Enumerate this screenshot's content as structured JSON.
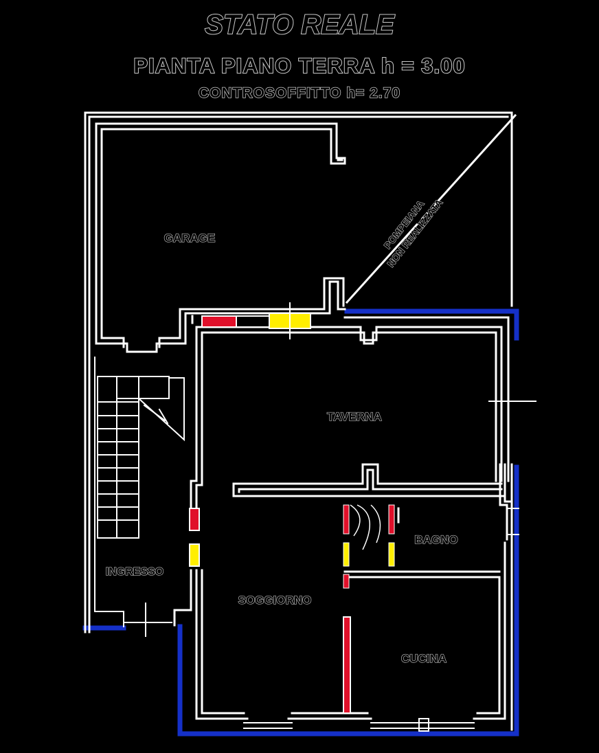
{
  "header": {
    "title": "STATO REALE",
    "subtitle": "PIANTA PIANO TERRA h = 3.00",
    "ceiling_note": "CONTROSOFFITTO h= 2.70"
  },
  "rooms": {
    "garage": "GARAGE",
    "taverna": "TAVERNA",
    "bagno": "BAGNO",
    "soggiorno": "SOGGIORNO",
    "cucina": "CUCINA",
    "ingresso": "INGRESSO"
  },
  "annotation": {
    "line1": "POMPEIANA",
    "line2": "NON REALIZZATA"
  },
  "colors": {
    "background": "#000000",
    "wall": "#ffffff",
    "external_wall_highlight": "#1530c8",
    "demolition_red": "#e0102a",
    "new_yellow": "#ffee00",
    "text_outline": "#c9c9c9"
  }
}
